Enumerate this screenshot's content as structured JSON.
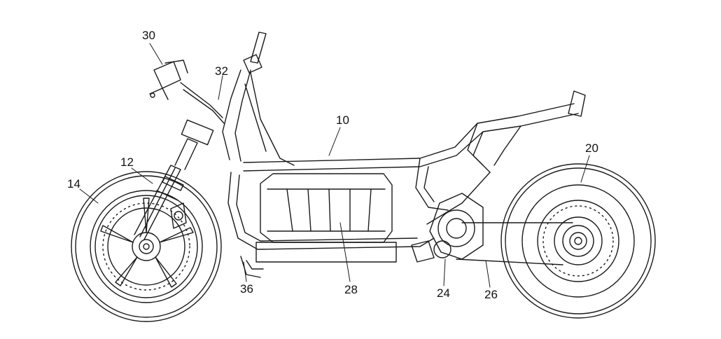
{
  "labels": {
    "frame": "10",
    "front_fork": "12",
    "front_wheel": "14",
    "rear_wheel": "20",
    "motor_unit": "24",
    "drive_belt": "26",
    "battery": "28",
    "front_bracket": "30",
    "head_pipe": "32",
    "lower_bracket": "36"
  },
  "colors": {
    "line": "#1a1a1a",
    "background": "#ffffff"
  }
}
